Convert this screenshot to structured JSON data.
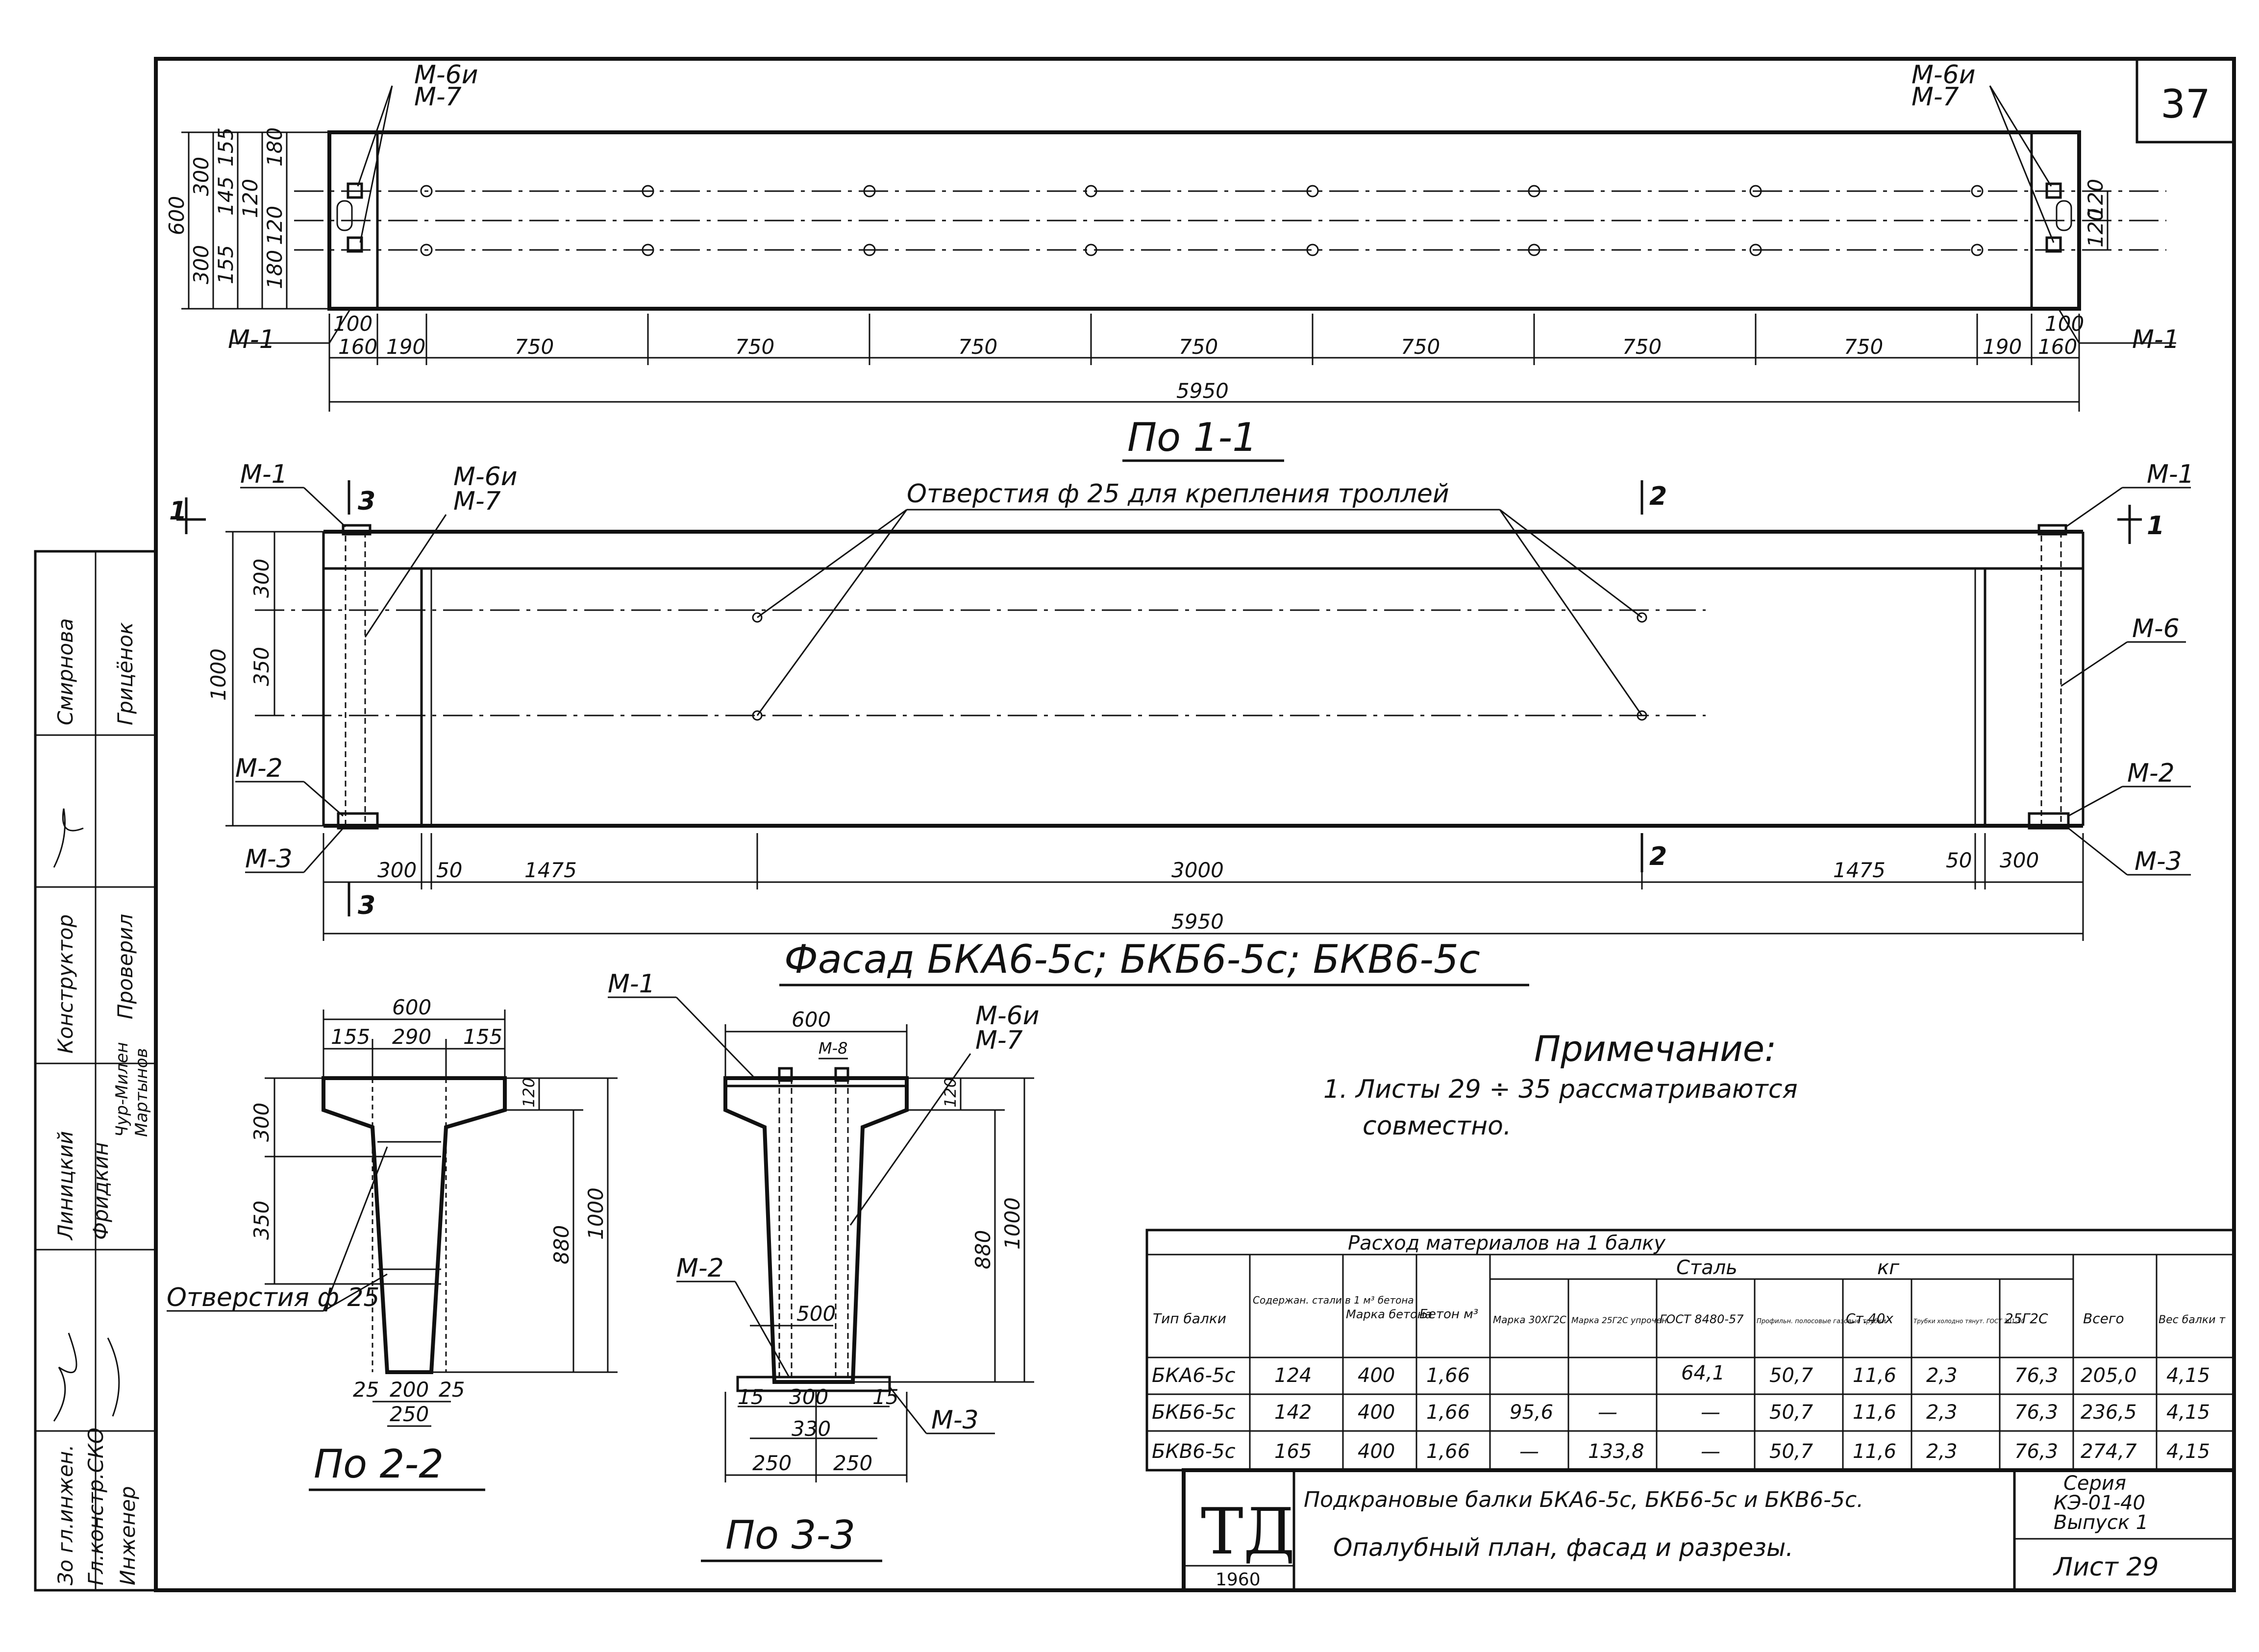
{
  "sheet_number": "37",
  "plan": {
    "title": "По 1-1",
    "labels": {
      "m6i": "М-6и",
      "m7": "М-7",
      "m1": "М-1"
    },
    "spans": [
      "160",
      "190",
      "750",
      "750",
      "750",
      "750",
      "750",
      "750",
      "750",
      "190",
      "160"
    ],
    "total": "5950",
    "left_vertical": [
      "600",
      "300",
      "300",
      "155",
      "145",
      "155",
      "180",
      "120",
      "120",
      "180"
    ],
    "right_vertical": [
      "120",
      "120"
    ],
    "hundred": "100"
  },
  "facade": {
    "title": "Фасад БКА6-5с; БКБ6-5с; БКВ6-5с",
    "holes_note": "Отверстия ф 25 для крепления троллей",
    "labels": {
      "m1": "М-1",
      "m2": "М-2",
      "m3": "М-3",
      "m6": "М-6",
      "m6i": "М-6и",
      "m7": "М-7"
    },
    "section_marks": {
      "s1": "1",
      "s2": "2",
      "s3": "3"
    },
    "dims_bottom": [
      "300",
      "50",
      "1475",
      "3000",
      "1475",
      "50",
      "300"
    ],
    "total": "5950",
    "dims_left": [
      "1000",
      "300",
      "350"
    ]
  },
  "section22": {
    "title": "По 2-2",
    "top": "600",
    "top_parts": [
      "155",
      "290",
      "155"
    ],
    "left": [
      "300",
      "350"
    ],
    "right": [
      "120",
      "880",
      "1000"
    ],
    "bottom": [
      "25",
      "200",
      "25"
    ],
    "bottom_total": "250",
    "holes": "Отверстия ф 25"
  },
  "section33": {
    "title": "По 3-3",
    "top": "600",
    "m8": "М-8",
    "labels": {
      "m1": "М-1",
      "m2": "М-2",
      "m3": "М-3",
      "m6i": "М-6и",
      "m7": "М-7"
    },
    "right": [
      "120",
      "880",
      "1000"
    ],
    "bottom": [
      "15",
      "300",
      "15"
    ],
    "plate": "500",
    "w330": "330",
    "halves": [
      "250",
      "250"
    ]
  },
  "note": {
    "title": "Примечание:",
    "line1": "1. Листы  29 ÷ 35  рассматриваются",
    "line2": "совместно."
  },
  "materials_table": {
    "title": "Расход  материалов  на 1 балку",
    "group_steel": "Сталь",
    "group_kg": "кг",
    "headers": {
      "type": "Тип балки",
      "steel_content": "Содержан. стали в 1 м³ бетона",
      "concrete_grade": "Марка бетона",
      "concrete": "Бетон м³",
      "m30": "Марка 30ХГ2С",
      "m25": "Марка 25Г2С упрочен.",
      "gost": "ГОСТ 8480-57",
      "profiled": "Профильн. полосовые газовые трубки",
      "st40": "Ст.40х",
      "tubes": "Трубки холодно тянут. ГОСТ 301-50",
      "g25": "25Г2С",
      "total": "Всего",
      "weight": "Вес балки т"
    },
    "rows": [
      [
        "БКА6-5с",
        "124",
        "400",
        "1,66",
        "",
        "",
        "64,1",
        "50,7",
        "11,6",
        "2,3",
        "76,3",
        "205,0",
        "4,15"
      ],
      [
        "БКБ6-5с",
        "142",
        "400",
        "1,66",
        "95,6",
        "—",
        "—",
        "50,7",
        "11,6",
        "2,3",
        "76,3",
        "236,5",
        "4,15"
      ],
      [
        "БКВ6-5с",
        "165",
        "400",
        "1,66",
        "—",
        "133,8",
        "—",
        "50,7",
        "11,6",
        "2,3",
        "76,3",
        "274,7",
        "4,15"
      ]
    ]
  },
  "title_block": {
    "logo": "ТД",
    "year": "1960",
    "line1": "Подкрановые балки БКА6-5с, БКБ6-5с и БКВ6-5с.",
    "line2": "Опалубный  план,  фасад    и  разрезы.",
    "series1": "Серия",
    "series2": "КЭ-01-40",
    "series3": "Выпуск 1",
    "sheet": "Лист  29"
  },
  "side_stamp": {
    "roles": [
      "Зо гл.инжен.",
      "Гл.констр.СКО",
      "Инженер",
      "Конструктор",
      "Проверил"
    ],
    "names": [
      "Линицкий",
      "Фридкин",
      "Чур-Милен",
      "Мартынов",
      "Смирнова",
      "Грицёнок"
    ]
  }
}
